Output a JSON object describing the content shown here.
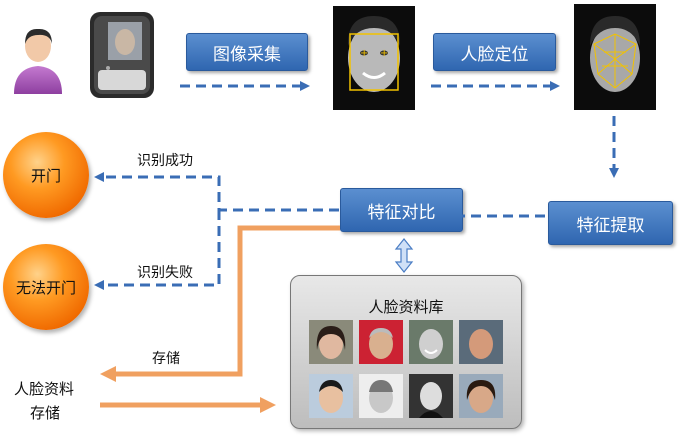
{
  "nodes": {
    "image_capture": "图像采集",
    "face_locate": "人脸定位",
    "feature_extract": "特征提取",
    "feature_compare": "特征对比",
    "open_door": "开门",
    "cannot_open": "无法开门"
  },
  "labels": {
    "recognize_success": "识别成功",
    "recognize_fail": "识别失败",
    "store": "存储",
    "face_data_store_line1": "人脸资料",
    "face_data_store_line2": "存储"
  },
  "database": {
    "title": "人脸资料库",
    "faces": [
      "face-1",
      "face-2",
      "face-3",
      "face-4",
      "face-5",
      "face-6",
      "face-7",
      "face-8"
    ]
  },
  "colors": {
    "box_blue": "#2f66b0",
    "dashed_arrow": "#3a6db5",
    "solid_arrow": "#f0a060",
    "circle_orange": "#f07a10"
  }
}
